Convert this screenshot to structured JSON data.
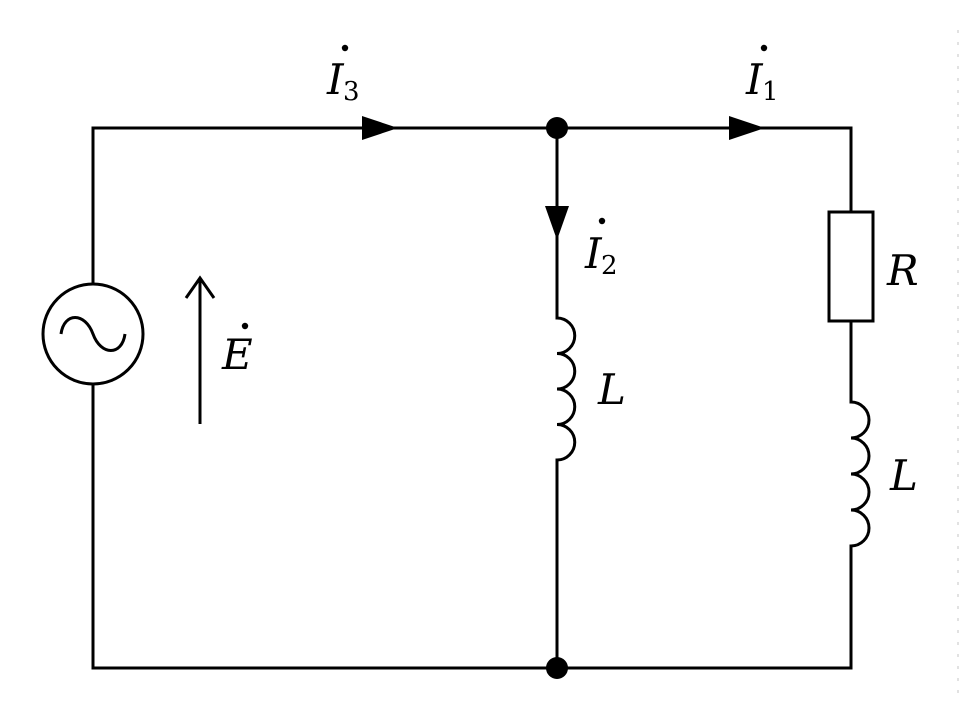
{
  "labels": {
    "current_main": {
      "symbol": "I",
      "subscript": "3"
    },
    "current_branch_resistor": {
      "symbol": "I",
      "subscript": "1"
    },
    "current_branch_inductor": {
      "symbol": "I",
      "subscript": "2"
    },
    "emf": {
      "symbol": "E"
    },
    "inductor_middle": "L",
    "resistor": "R",
    "inductor_right": "L"
  },
  "icons": {
    "source": "ac-source-icon",
    "inductor": "inductor-coil-icon",
    "resistor": "resistor-icon"
  }
}
